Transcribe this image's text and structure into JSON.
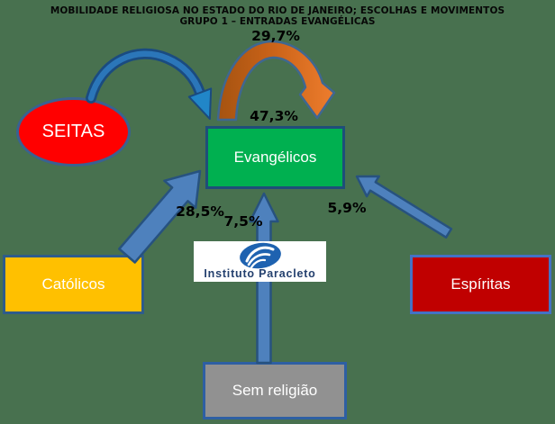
{
  "title": {
    "line1": "MOBILIDADE RELIGIOSA NO ESTADO DO RIO DE JANEIRO; ESCOLHAS E MOVIMENTOS",
    "line2": "GRUPO 1 – ENTRADAS EVANGÉLICAS"
  },
  "nodes": {
    "seitas": {
      "label": "SEITAS",
      "shape": "ellipse",
      "fill": "#FF0000"
    },
    "evangelicos": {
      "label": "Evangélicos",
      "shape": "rect",
      "fill": "#00B050"
    },
    "catolicos": {
      "label": "Católicos",
      "shape": "rect",
      "fill": "#FFC000"
    },
    "espiritas": {
      "label": "Espíritas",
      "shape": "rect",
      "fill": "#C00000"
    },
    "sem_religiao": {
      "label": "Sem religião",
      "shape": "rect",
      "fill": "#919191"
    }
  },
  "flows": {
    "evangelicos_loop": {
      "from": "Evangélicos",
      "to": "Evangélicos",
      "value": "29,7%",
      "color": "#E0751F"
    },
    "seitas_to_evangelicos": {
      "from": "SEITAS",
      "to": "Evangélicos",
      "value": "47,3%",
      "color": "#2B76B9"
    },
    "catolicos_to_evangelicos": {
      "from": "Católicos",
      "to": "Evangélicos",
      "value": "28,5%",
      "color": "#4E81BD"
    },
    "sem_religiao_to_evangelicos": {
      "from": "Sem religião",
      "to": "Evangélicos",
      "value": "7,5%",
      "color": "#4E81BD"
    },
    "espiritas_to_evangelicos": {
      "from": "Espíritas",
      "to": "Evangélicos",
      "value": "5,9%",
      "color": "#4E81BD"
    }
  },
  "logo": {
    "text": "Instituto Paracleto"
  },
  "background": "#48714F"
}
